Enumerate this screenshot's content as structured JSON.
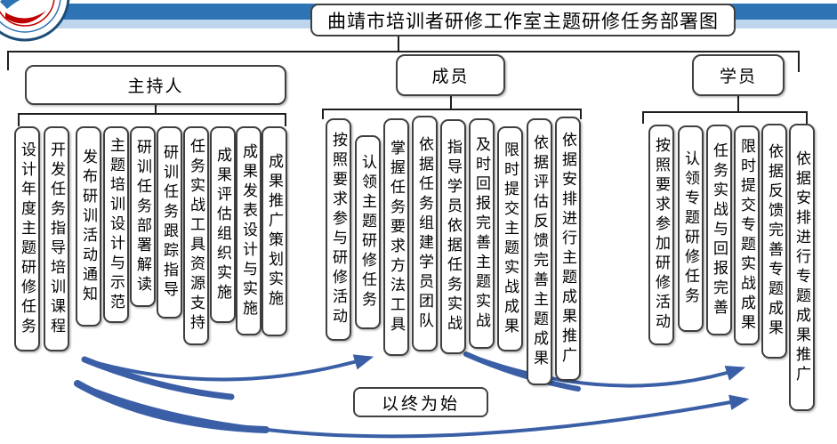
{
  "title": "曲靖市培训者研修工作室主题研修任务部署图",
  "principle_label": "以终为始",
  "logo": {
    "name": "school-emblem"
  },
  "colors": {
    "banner_dark": "#2e74b5",
    "banner_light": "#bdd6ee",
    "arrow_blue": "#3a5fa6",
    "line_black": "#1f1f1f",
    "box_border": "#404040"
  },
  "branches": [
    {
      "label": "主持人",
      "tasks": [
        "设计年度主题研修任务",
        "开发任务指导培训课程",
        "发布研训活动通知",
        "主题培训设计与示范",
        "研训任务部署解读",
        "研训任务跟踪指导",
        "任务实战工具资源支持",
        "成果评估组织实施",
        "成果发表设计与实施",
        "成果推广策划实施"
      ]
    },
    {
      "label": "成员",
      "tasks": [
        "按照要求参与研修活动",
        "认领主题研修任务",
        "掌握任务要求方法工具",
        "依据任务组建学员团队",
        "指导学员依据任务实战",
        "及时回报完善主题实战",
        "限时提交主题实战成果",
        "依据评估反馈完善主题成果",
        "依据安排进行主题成果推广"
      ]
    },
    {
      "label": "学员",
      "tasks": [
        "按照要求参加研修活动",
        "认领专题研修任务",
        "任务实战与回报完善",
        "限时提交专题实战成果",
        "依据反馈完善专题成果",
        "依据安排进行专题成果推广"
      ]
    }
  ]
}
